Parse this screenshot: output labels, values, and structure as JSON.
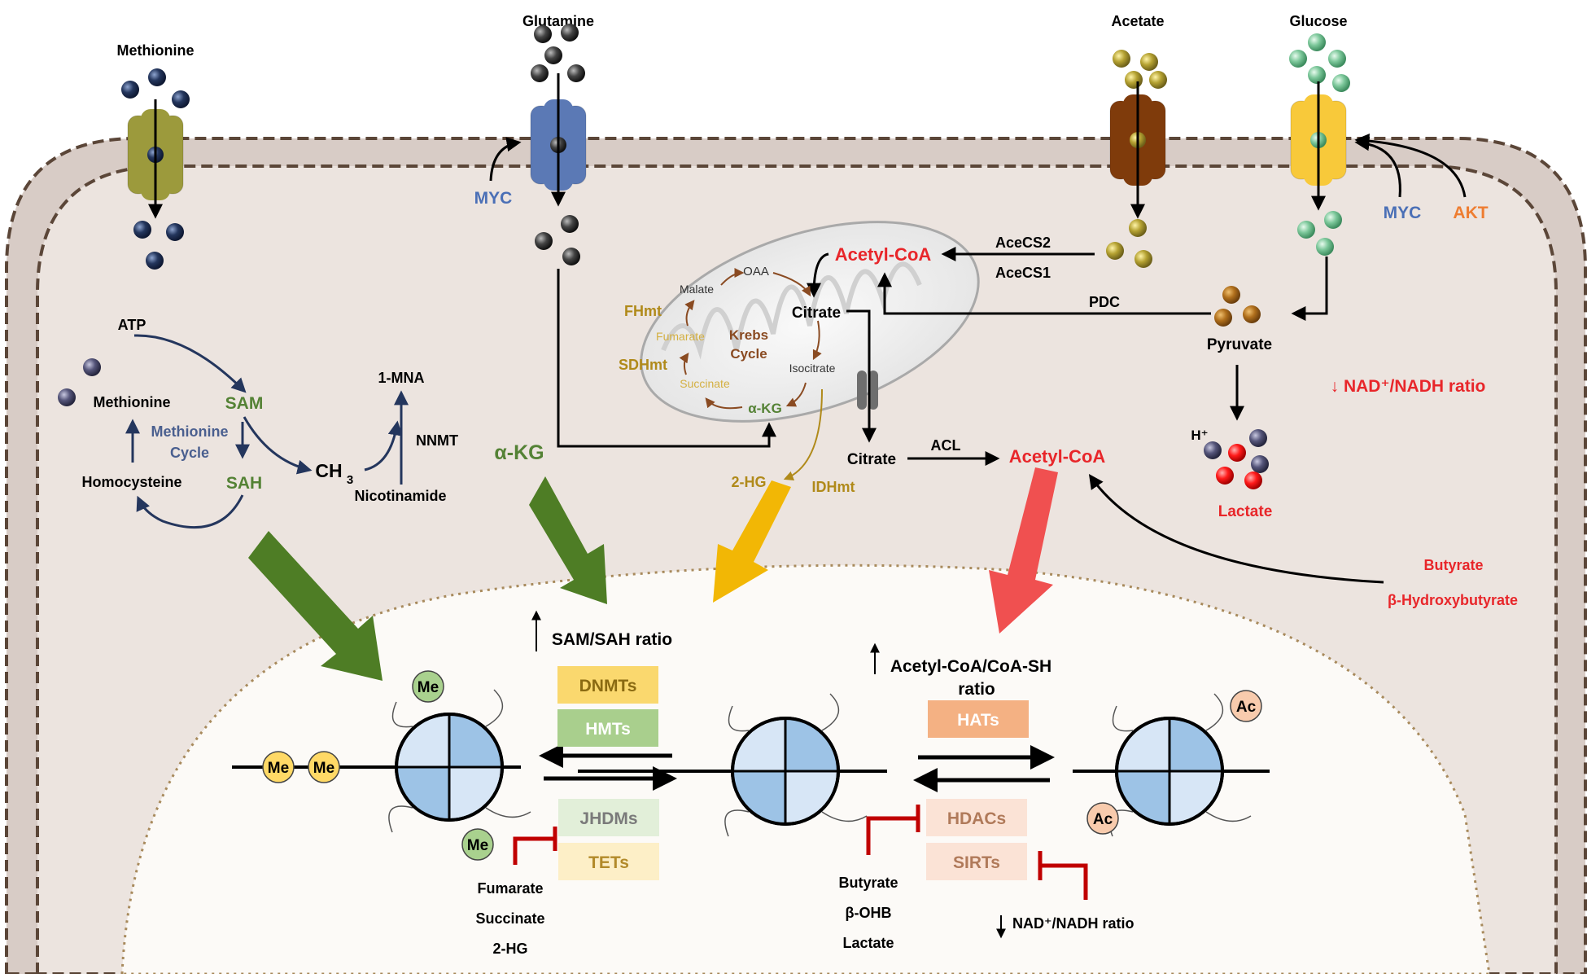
{
  "colors": {
    "red": "#e8262a",
    "blue": "#4a6fb6",
    "orange": "#ee7d31",
    "green": "#548235",
    "olive": "#9c8524",
    "brown": "#7a4a1e",
    "navy": "#24365d",
    "gold": "#f2b705"
  },
  "transporters": [
    {
      "id": "methionine",
      "label": "Methionine",
      "color": "#9c9a3c"
    },
    {
      "id": "glutamine",
      "label": "Glutamine",
      "color": "#5b79b5"
    },
    {
      "id": "acetate",
      "label": "Acetate",
      "color": "#7f3b0b"
    },
    {
      "id": "glucose",
      "label": "Glucose",
      "color": "#f8c93a"
    }
  ],
  "cytoplasm": {
    "myc_glutamine": "MYC",
    "myc_glucose": "MYC",
    "akt": "AKT",
    "acetyl_coa_mito": "Acetyl-CoA",
    "acecs2": "AceCS2",
    "acecs1": "AceCS1",
    "pdc": "PDC",
    "pyruvate": "Pyruvate",
    "citrate_mito": "Citrate",
    "citrate_cyto": "Citrate",
    "acl": "ACL",
    "acetyl_coa_cyto": "Acetyl-CoA",
    "nad_ratio": "↓ NAD⁺/NADH ratio",
    "h_plus": "H⁺",
    "lactate": "Lactate",
    "butyrate": "Butyrate",
    "bohb": "β-Hydroxybutyrate",
    "akg": "α-KG",
    "two_hg": "2-HG",
    "idhmt": "IDHmt"
  },
  "krebs": {
    "oaa": "OAA",
    "malate": "Malate",
    "fumarate": "Fumarate",
    "succinate": "Succinate",
    "isocitrate": "Isocitrate",
    "akg": "α-KG",
    "cycle_line1": "Krebs",
    "cycle_line2": "Cycle",
    "fhmt": "FHmt",
    "sdhmt": "SDHmt"
  },
  "methionine_cycle": {
    "atp": "ATP",
    "methionine": "Methionine",
    "sam": "SAM",
    "sah": "SAH",
    "homocysteine": "Homocysteine",
    "cycle_line1": "Methionine",
    "cycle_line2": "Cycle",
    "ch3": "CH",
    "ch3_sub": "3",
    "mna": "1-MNA",
    "nnmt": "NNMT",
    "nicotinamide": "Nicotinamide"
  },
  "nucleus": {
    "sam_sah_ratio": "SAM/SAH ratio",
    "acetyl_ratio_line1": "Acetyl-CoA/CoA-SH",
    "acetyl_ratio_line2": "ratio",
    "me": "Me",
    "ac": "Ac",
    "nad_ratio": "NAD⁺/NADH ratio",
    "inhib_left": [
      "Fumarate",
      "Succinate",
      "2-HG"
    ],
    "inhib_right": [
      "Butyrate",
      "β-OHB",
      "Lactate"
    ]
  },
  "enzymes": [
    {
      "id": "dnmts",
      "label": "DNMTs",
      "fill": "#fad86e",
      "text": "#8a6a12"
    },
    {
      "id": "hmts",
      "label": "HMTs",
      "fill": "#a9cf8d",
      "text": "#ffffff"
    },
    {
      "id": "jhdms",
      "label": "JHDMs",
      "fill": "#e2efd9",
      "text": "#7a7a7a"
    },
    {
      "id": "tets",
      "label": "TETs",
      "fill": "#fdefc7",
      "text": "#b28a2a"
    },
    {
      "id": "hats",
      "label": "HATs",
      "fill": "#f4b183",
      "text": "#ffffff"
    },
    {
      "id": "hdacs",
      "label": "HDACs",
      "fill": "#fbe3d6",
      "text": "#b07a5a"
    },
    {
      "id": "sirts",
      "label": "SIRTs",
      "fill": "#fbe3d6",
      "text": "#b07a5a"
    }
  ]
}
